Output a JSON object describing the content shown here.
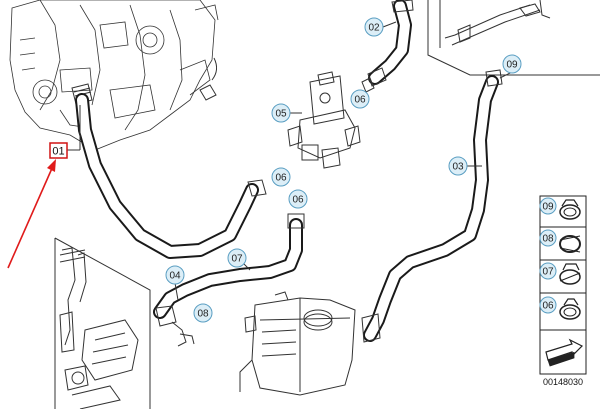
{
  "diagram": {
    "callouts": {
      "c01": "01",
      "c02": "02",
      "c03": "03",
      "c04": "04",
      "c05": "05",
      "c06a": "06",
      "c06b": "06",
      "c06c": "06",
      "c07": "07",
      "c08": "08",
      "c09": "09"
    },
    "legend": {
      "items": [
        "09",
        "08",
        "07",
        "06"
      ],
      "document_number": "00148030"
    },
    "colors": {
      "callout_fill": "#dceef7",
      "callout_stroke": "#5a9ec2",
      "highlight_box": "#d01414",
      "arrow": "#e01b1b"
    }
  }
}
